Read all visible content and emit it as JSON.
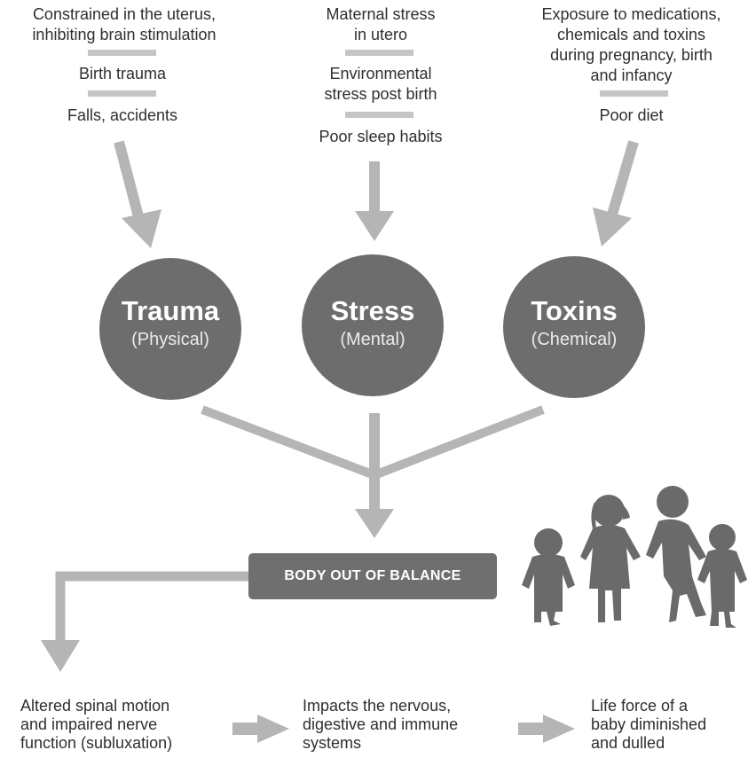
{
  "colors": {
    "arrow": "#b5b5b5",
    "bar": "#c5c5c5",
    "circle": "#6d6d6d",
    "box": "#6f6f6f",
    "text": "#2f2f2f"
  },
  "columns": [
    {
      "items": [
        "Constrained in the uterus,\ninhibiting brain stimulation",
        "Birth trauma",
        "Falls, accidents"
      ]
    },
    {
      "items": [
        "Maternal stress\nin utero",
        "Environmental\nstress post birth",
        "Poor sleep habits"
      ]
    },
    {
      "items": [
        "Exposure to medications,\nchemicals and toxins\nduring pregnancy, birth\nand infancy",
        "Poor diet"
      ]
    }
  ],
  "circles": [
    {
      "title": "Trauma",
      "subtitle": "(Physical)"
    },
    {
      "title": "Stress",
      "subtitle": "(Mental)"
    },
    {
      "title": "Toxins",
      "subtitle": "(Chemical)"
    }
  ],
  "center_box": {
    "label": "BODY OUT OF BALANCE"
  },
  "outcomes": [
    "Altered spinal motion\nand impaired nerve\nfunction (subluxation)",
    "Impacts the nervous,\ndigestive and immune\nsystems",
    "Life force of a\nbaby diminished\nand dulled"
  ],
  "illustration": {
    "icon": "children-silhouettes-icon"
  }
}
